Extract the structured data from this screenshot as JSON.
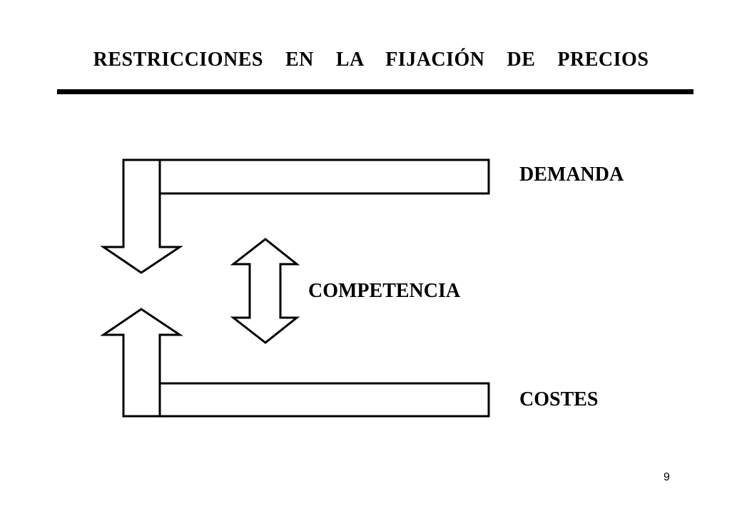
{
  "slide": {
    "title": "RESTRICCIONES  EN  LA  FIJACIÓN  DE  PRECIOS",
    "page_number": "9"
  },
  "diagram": {
    "labels": {
      "demanda": "DEMANDA",
      "competencia": "COMPETENCIA",
      "costes": "COSTES"
    }
  }
}
